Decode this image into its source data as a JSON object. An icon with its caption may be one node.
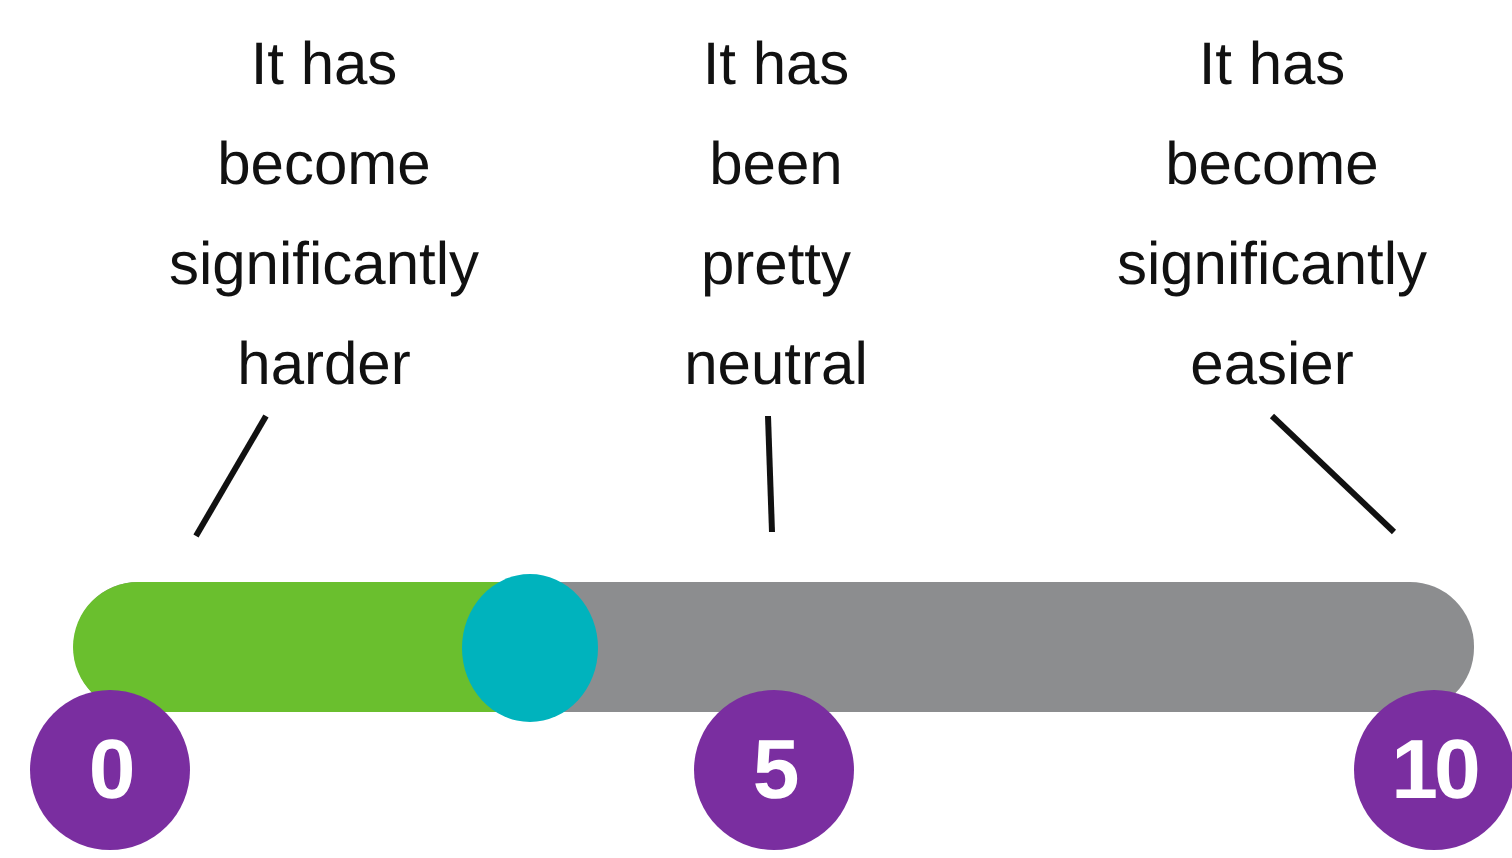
{
  "diagram": {
    "nodes": [
      {
        "text": [
          "It has become significantly harder"
        ]
      },
      {
        "text": [
          "It has been pretty neutral"
        ]
      },
      {
        "text": [
          "It has become significantly easier"
        ]
      },
      {
        "text": [
          "0"
        ]
      },
      {
        "text": [
          "5"
        ]
      },
      {
        "text": [
          "10"
        ]
      }
    ],
    "edges": [
      {
        "from": 0,
        "to": null,
        "arrow": "none"
      },
      {
        "from": 1,
        "to": null,
        "arrow": "none"
      },
      {
        "from": 2,
        "to": null,
        "arrow": "none"
      }
    ]
  }
}
